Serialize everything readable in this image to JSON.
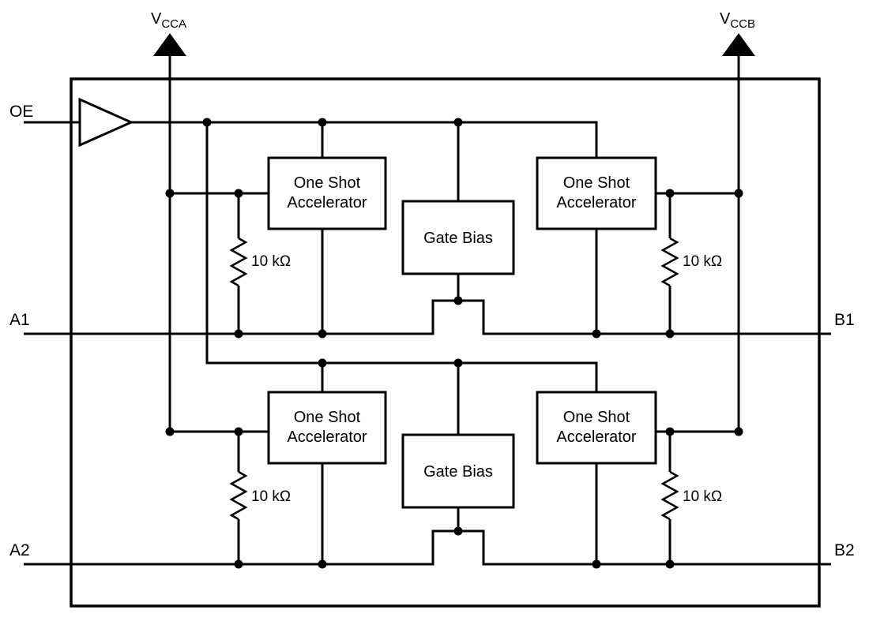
{
  "diagram": {
    "background": "#ffffff",
    "line_color": "#000000",
    "pins": {
      "oe": "OE",
      "a1": "A1",
      "a2": "A2",
      "b1": "B1",
      "b2": "B2"
    },
    "power": {
      "vcca": {
        "base": "V",
        "sub": "CCA"
      },
      "vccb": {
        "base": "V",
        "sub": "CCB"
      }
    },
    "blocks": {
      "one_shot": {
        "line1": "One Shot",
        "line2": "Accelerator"
      },
      "gate_bias": {
        "label": "Gate Bias"
      }
    },
    "resistor": {
      "value": "10 kΩ"
    }
  }
}
